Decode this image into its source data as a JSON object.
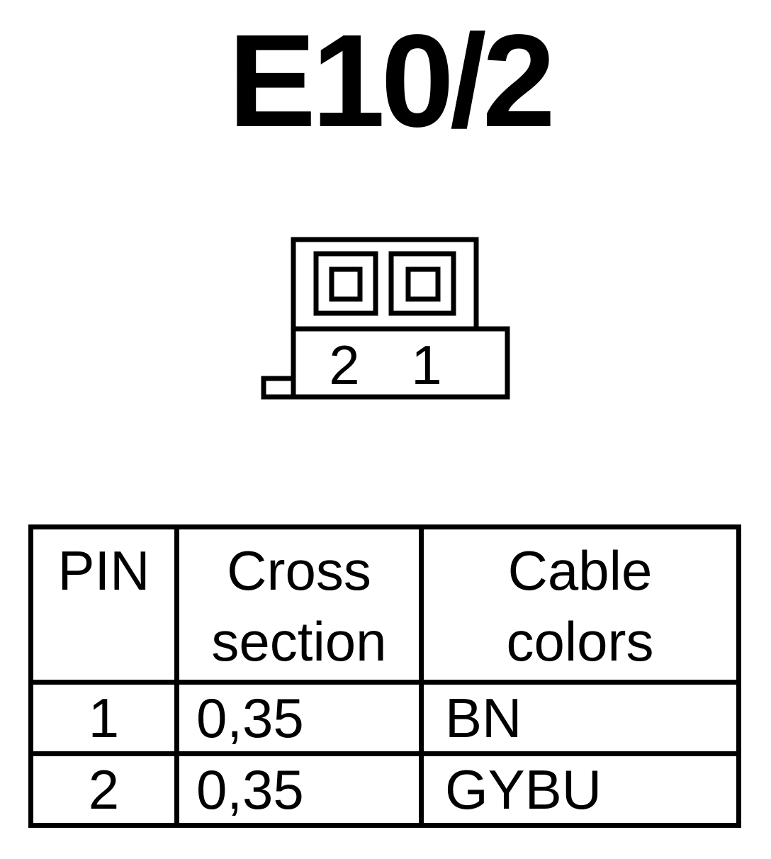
{
  "title": "E10/2",
  "connector": {
    "pin_labels": [
      "2",
      "1"
    ]
  },
  "table": {
    "headers": {
      "pin": "PIN",
      "cross_section": [
        "Cross",
        "section"
      ],
      "cable_colors": [
        "Cable",
        "colors"
      ]
    },
    "rows": [
      {
        "pin": "1",
        "cross_section": "0,35",
        "cable_color": "BN"
      },
      {
        "pin": "2",
        "cross_section": "0,35",
        "cable_color": "GYBU"
      }
    ]
  }
}
